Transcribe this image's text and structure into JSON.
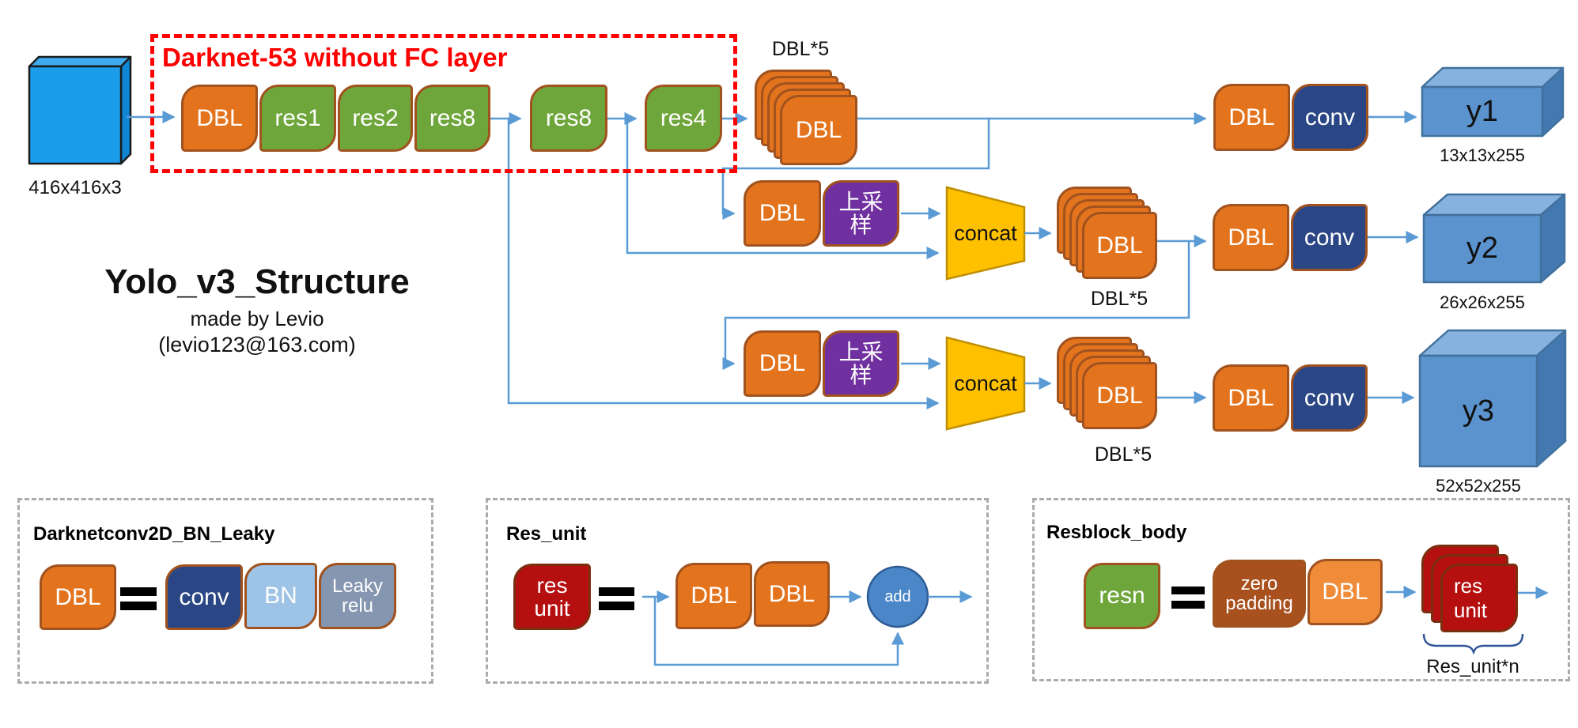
{
  "header": {
    "title": "Yolo_v3_Structure",
    "byline": "made by Levio",
    "email": "(levio123@163.com)"
  },
  "input_cube": {
    "dims": "416x416x3"
  },
  "backbone": {
    "title": "Darknet-53 without FC layer",
    "dbl": "DBL",
    "res1": "res1",
    "res2": "res2",
    "res8": "res8",
    "res8b": "res8",
    "res4": "res4"
  },
  "row1": {
    "stack_label": "DBL*5",
    "stack_front": "DBL",
    "stack_count": 5,
    "head_dbl": "DBL",
    "head_conv": "conv",
    "out": "y1",
    "out_dims": "13x13x255"
  },
  "row2": {
    "dbl": "DBL",
    "upsample": "上采样",
    "concat": "concat",
    "stack_label": "DBL*5",
    "stack_front": "DBL",
    "stack_count": 5,
    "head_dbl": "DBL",
    "head_conv": "conv",
    "out": "y2",
    "out_dims": "26x26x255"
  },
  "row3": {
    "dbl": "DBL",
    "upsample": "上采样",
    "concat": "concat",
    "stack_label": "DBL*5",
    "stack_front": "DBL",
    "stack_count": 5,
    "head_dbl": "DBL",
    "head_conv": "conv",
    "out": "y3",
    "out_dims": "52x52x255"
  },
  "legend_dbl": {
    "title": "Darknetconv2D_BN_Leaky",
    "dbl": "DBL",
    "conv": "conv",
    "bn": "BN",
    "leaky": "Leaky relu"
  },
  "legend_res_unit": {
    "title": "Res_unit",
    "res_unit": "res unit",
    "dbl1": "DBL",
    "dbl2": "DBL",
    "add": "add"
  },
  "legend_resblock": {
    "title": "Resblock_body",
    "resn": "resn",
    "zero_padding": "zero padding",
    "dbl": "DBL",
    "res_unit": "res unit",
    "stack_count": 3,
    "brace_label": "Res_unit*n"
  },
  "colors": {
    "block_orange": "#E3741D",
    "block_green": "#6FA63C",
    "block_purple": "#7030A0",
    "block_navy": "#2A4685",
    "block_red": "#B50F10",
    "block_brown": "#A8501E",
    "block_bn": "#9DC3E6",
    "block_leaky": "#8496B0",
    "concat_yellow": "#FFC000",
    "wire_blue": "#5B9BD5",
    "input_cube_blue": "#1B9DEB",
    "out_cube_blue": "#5B93CE",
    "dashed_red": "#FE0000"
  }
}
